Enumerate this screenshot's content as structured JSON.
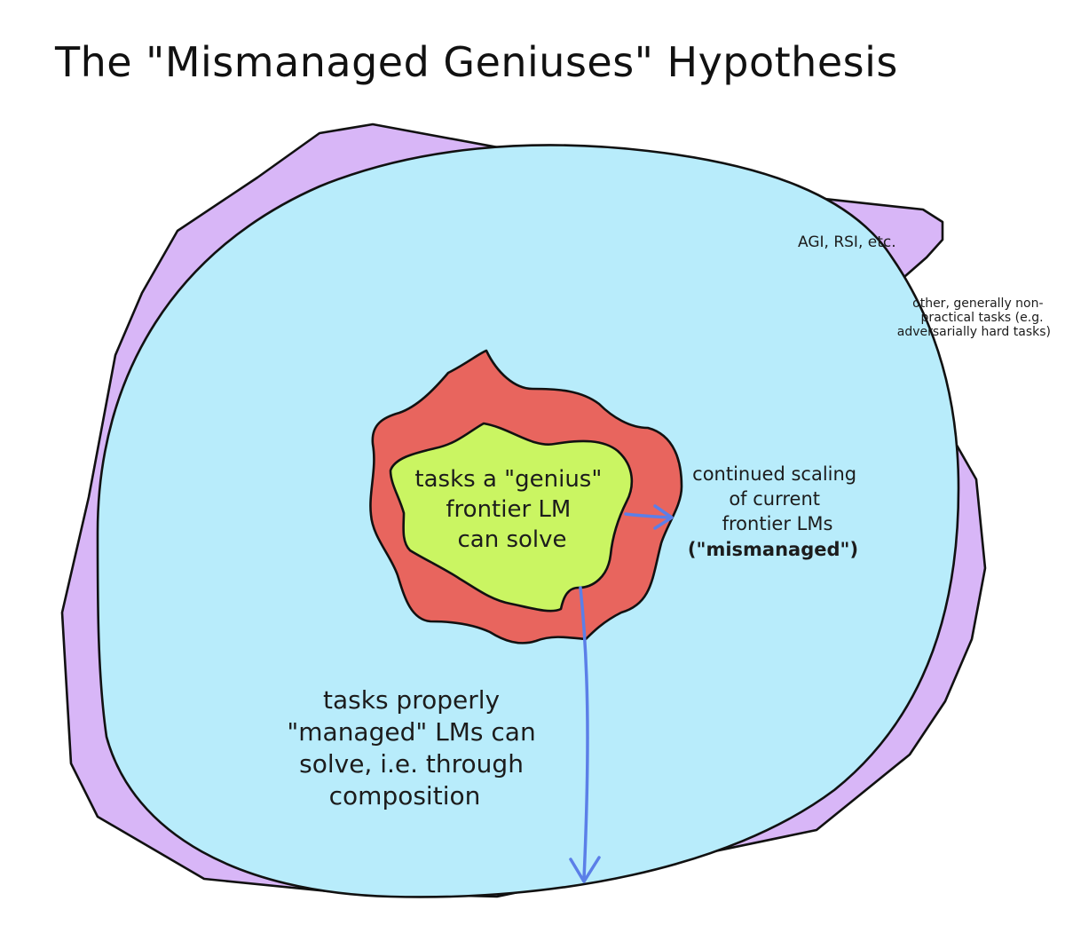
{
  "title": "The \"Mismanaged Geniuses\" Hypothesis",
  "regions": {
    "outer_purple": {
      "label_agi": "AGI, RSI, etc.",
      "label_other_lines": [
        "other, generally non-",
        "practical tasks (e.g.",
        "adversarially hard tasks)"
      ]
    },
    "blue": {
      "label_lines": [
        "tasks properly",
        "\"managed\" LMs can",
        "solve, i.e. through",
        "composition"
      ]
    },
    "red": {
      "label_lines": [
        "continued scaling",
        "of current",
        "frontier LMs"
      ],
      "label_emphasis": "(\"mismanaged\")"
    },
    "green": {
      "label_lines": [
        "tasks a \"genius\"",
        "frontier LM",
        "can solve"
      ]
    }
  },
  "colors": {
    "purple": "#d8b6f7",
    "blue": "#b8ecfb",
    "red": "#e8655e",
    "green": "#caf562",
    "arrow": "#5b7fe8",
    "red_text": "#e35d58",
    "outline": "#111111"
  }
}
